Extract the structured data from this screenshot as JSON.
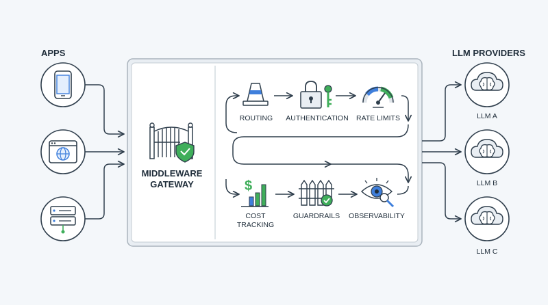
{
  "left_section": {
    "title": "APPS"
  },
  "right_section": {
    "title": "LLM PROVIDERS",
    "providers": [
      "LLM A",
      "LLM B",
      "LLM C"
    ]
  },
  "gateway": {
    "title_line1": "MIDDLEWARE",
    "title_line2": "GATEWAY"
  },
  "steps_top": [
    "ROUTING",
    "AUTHENTICATION",
    "RATE LIMITS"
  ],
  "steps_bottom": {
    "cost_line1": "COST",
    "cost_line2": "TRACKING",
    "guardrails": "GUARDRAILS",
    "observability": "OBSERVABILITY"
  },
  "icons": {
    "apps": [
      "smartphone-icon",
      "web-browser-icon",
      "server-icon"
    ],
    "gateway": "gate-shield-icon",
    "steps": [
      "traffic-cone-icon",
      "lock-key-icon",
      "gauge-icon",
      "dollar-chart-icon",
      "fence-check-icon",
      "eye-magnifier-icon"
    ],
    "providers": "cloud-brain-icon"
  },
  "colors": {
    "background": "#f4f7fa",
    "line": "#2f3e4c",
    "accent_blue": "#3f7fdc",
    "accent_green": "#3fae5a",
    "panel": "#ffffff",
    "panel_border": "#aab4bd"
  }
}
